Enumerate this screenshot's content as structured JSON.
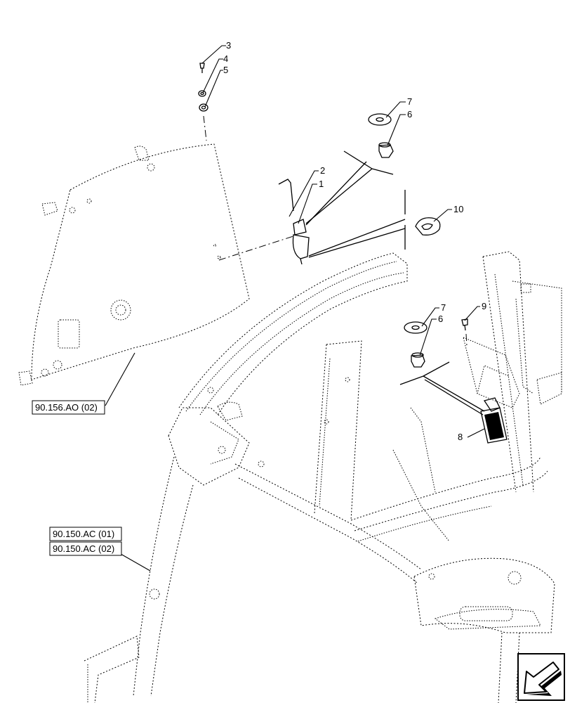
{
  "callouts": {
    "c1": "1",
    "c2": "2",
    "c3": "3",
    "c4": "4",
    "c5": "5",
    "c6a": "6",
    "c6b": "6",
    "c7a": "7",
    "c7b": "7",
    "c8": "8",
    "c9": "9",
    "c10": "10"
  },
  "references": {
    "ref_window": "90.156.AO (02)",
    "ref_cab_1": "90.150.AC (01)",
    "ref_cab_2": "90.150.AC (02)"
  },
  "nav_icon": "arrow-bottom-left-icon"
}
